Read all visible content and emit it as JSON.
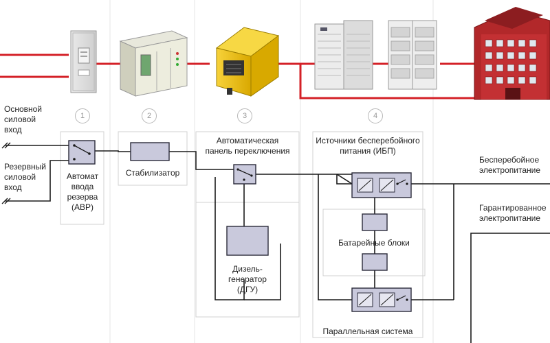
{
  "labels": {
    "main_input": [
      "Основной",
      "силовой",
      "вход"
    ],
    "reserve_input": [
      "Резервный",
      "силовой",
      "вход"
    ],
    "avr": [
      "Автомат",
      "ввода",
      "резерва",
      "(АВР)"
    ],
    "stabilizer": "Стабилизатор",
    "transfer_panel": [
      "Автоматическая",
      "панель переключения"
    ],
    "diesel": [
      "Дизель-",
      "генератор",
      "(ДГУ)"
    ],
    "ups": [
      "Источники бесперебойного",
      "питания (ИБП)"
    ],
    "batteries": "Батарейные блоки",
    "parallel": "Параллельная система",
    "uninterruptible": [
      "Бесперебойное",
      "электропитание"
    ],
    "guaranteed": [
      "Гарантированное",
      "электропитание"
    ]
  },
  "step_numbers": [
    "1",
    "2",
    "3",
    "4"
  ],
  "colors": {
    "power_line": "#d42027",
    "wire": "#1a1a1a",
    "module_fill": "#c9c9dc",
    "module_stroke": "#2a2a3a",
    "block_border": "#d0d0d0",
    "building_red": "#b2282a",
    "generator_yellow": "#f2c200"
  },
  "icons": [
    "cabinet-icon",
    "stabilizer-cabinet-icon",
    "generator-icon",
    "ups-rack-icon",
    "battery-rack-icon",
    "building-icon"
  ]
}
